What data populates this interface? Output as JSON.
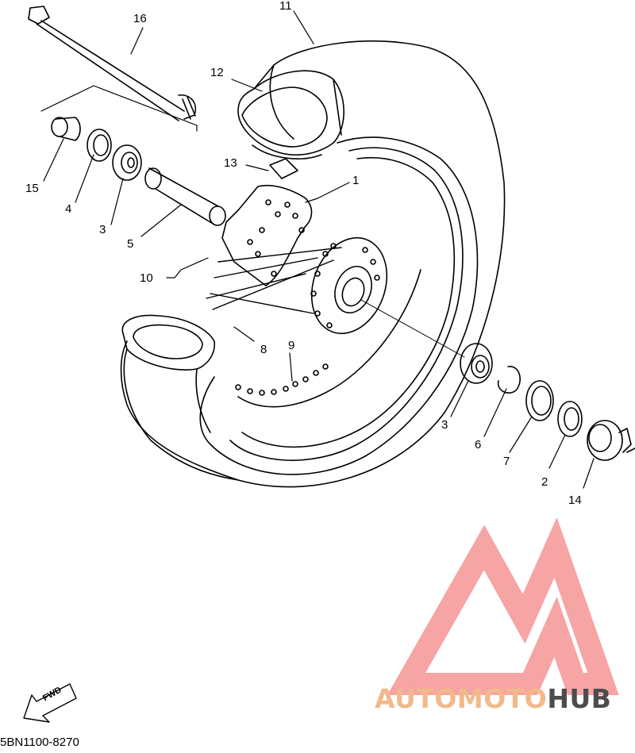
{
  "diagram": {
    "callouts": [
      {
        "id": "c1",
        "text": "1"
      },
      {
        "id": "c2",
        "text": "2"
      },
      {
        "id": "c3a",
        "text": "3"
      },
      {
        "id": "c3b",
        "text": "3"
      },
      {
        "id": "c4",
        "text": "4"
      },
      {
        "id": "c5",
        "text": "5"
      },
      {
        "id": "c6",
        "text": "6"
      },
      {
        "id": "c7",
        "text": "7"
      },
      {
        "id": "c8",
        "text": "8"
      },
      {
        "id": "c9",
        "text": "9"
      },
      {
        "id": "c10",
        "text": "10"
      },
      {
        "id": "c11",
        "text": "11"
      },
      {
        "id": "c12",
        "text": "12"
      },
      {
        "id": "c13",
        "text": "13"
      },
      {
        "id": "c14",
        "text": "14"
      },
      {
        "id": "c15",
        "text": "15"
      },
      {
        "id": "c16",
        "text": "16"
      }
    ],
    "fwd_label": "FWD",
    "part_code": "5BN1100-8270"
  },
  "watermark": {
    "word_a": "AUTOMOTO",
    "word_b": "HUB",
    "color_a": "#f2b98a",
    "color_b": "#4c4c4c",
    "logo_color": "#f59a9a"
  }
}
